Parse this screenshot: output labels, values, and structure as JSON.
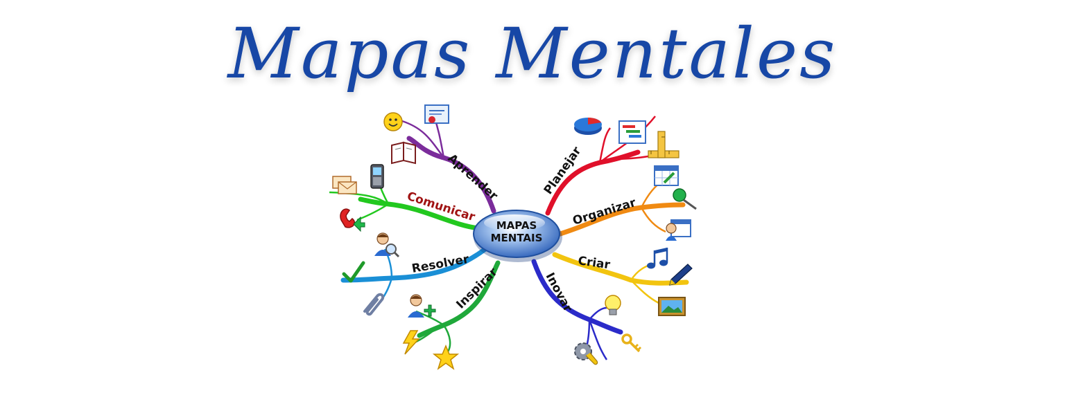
{
  "title": "Mapas Mentales",
  "center": {
    "line1": "MAPAS",
    "line2": "MENTAIS"
  },
  "colors": {
    "title": "#1747a6",
    "aprender": "#7b2c9b",
    "comunicar": "#22c81f",
    "resolver": "#1a8fd6",
    "inspirar": "#1fa83a",
    "planejar": "#e0102a",
    "organizar": "#f08a12",
    "criar": "#f2c40f",
    "inovar": "#2b2bc9",
    "center": "#3a6fc4"
  },
  "branches": [
    {
      "key": "aprender",
      "label": "Aprender",
      "label_color": "#111111",
      "icons": [
        "smiley-icon",
        "certificate-icon",
        "book-icon"
      ]
    },
    {
      "key": "comunicar",
      "label": "Comunicar",
      "label_color": "#a01313",
      "icons": [
        "letters-icon",
        "mobile-phone-icon",
        "telephone-icon"
      ]
    },
    {
      "key": "resolver",
      "label": "Resolver",
      "label_color": "#111111",
      "icons": [
        "person-magnifier-icon",
        "checkmark-icon",
        "paperclip-icon"
      ]
    },
    {
      "key": "inspirar",
      "label": "Inspirar",
      "label_color": "#111111",
      "icons": [
        "add-person-icon",
        "lightning-icon",
        "star-icon"
      ]
    },
    {
      "key": "planejar",
      "label": "Planejar",
      "label_color": "#111111",
      "icons": [
        "pie-chart-icon",
        "gantt-chart-icon",
        "ruler-icon"
      ]
    },
    {
      "key": "organizar",
      "label": "Organizar",
      "label_color": "#111111",
      "icons": [
        "calendar-icon",
        "pushpin-icon",
        "person-calendar-icon"
      ]
    },
    {
      "key": "criar",
      "label": "Criar",
      "label_color": "#111111",
      "icons": [
        "music-note-icon",
        "fountain-pen-icon",
        "picture-icon"
      ]
    },
    {
      "key": "inovar",
      "label": "Inovar",
      "label_color": "#111111",
      "icons": [
        "light-bulb-icon",
        "gear-wrench-icon",
        "key-icon"
      ]
    }
  ]
}
